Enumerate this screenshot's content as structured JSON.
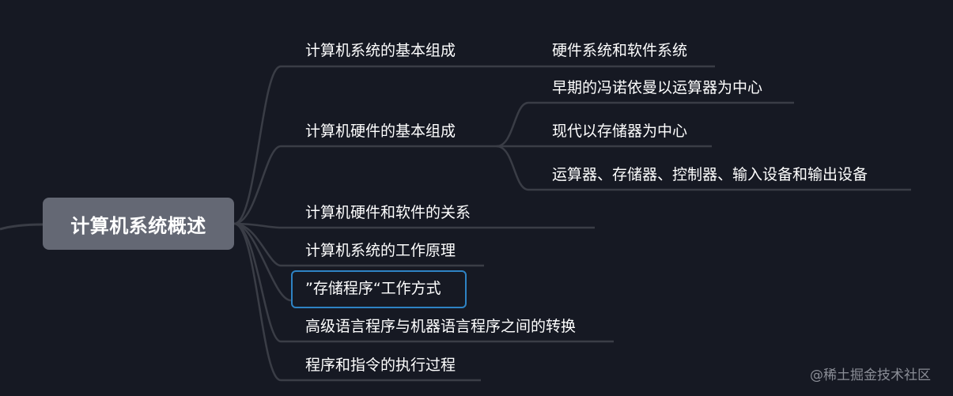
{
  "root": "计算机系统概述",
  "branches": [
    {
      "label": "计算机系统的基本组成",
      "children": [
        "硬件系统和软件系统"
      ]
    },
    {
      "label": "计算机硬件的基本组成",
      "children": [
        "早期的冯诺依曼以运算器为中心",
        "现代以存储器为中心",
        "运算器、存储器、控制器、输入设备和输出设备"
      ]
    },
    {
      "label": "计算机硬件和软件的关系",
      "children": []
    },
    {
      "label": "计算机系统的工作原理",
      "children": []
    },
    {
      "label": "”存储程序“工作方式",
      "children": []
    },
    {
      "label": "高级语言程序与机器语言程序之间的转换",
      "children": []
    },
    {
      "label": "程序和指令的执行过程",
      "children": []
    }
  ],
  "selected_branch": 4,
  "watermark": "@稀土掘金技术社区",
  "colors": {
    "background": "#161923",
    "root_fill": "#646874",
    "connector": "#3a3d46",
    "selection": "#2e83c4",
    "text": "#ffffff"
  }
}
